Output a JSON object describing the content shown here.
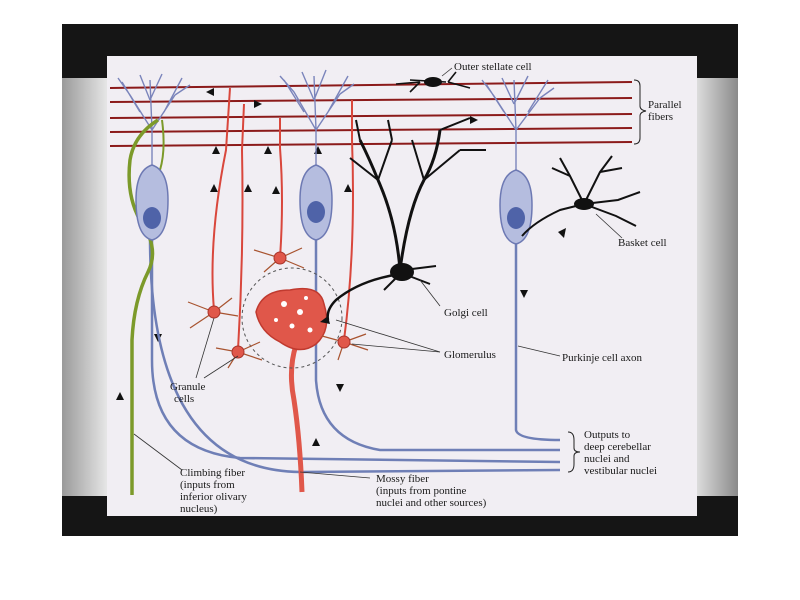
{
  "diagram": {
    "labels": {
      "outer_stellate": "Outer stellate cell",
      "parallel_fibers": [
        "Parallel",
        "fibers"
      ],
      "basket_cell": "Basket cell",
      "golgi_cell": "Golgi cell",
      "glomerulus": "Glomerulus",
      "purkinje_axon": "Purkinje cell axon",
      "granule_cells": [
        "Granule",
        "cells"
      ],
      "outputs": [
        "Outputs to",
        "deep cerebellar",
        "nuclei and",
        "vestibular nuclei"
      ],
      "climbing_fiber": [
        "Climbing fiber",
        "(inputs from",
        "inferior olivary",
        "nucleus)"
      ],
      "mossy_fiber": [
        "Mossy fiber",
        "(inputs from pontine",
        "nuclei and other sources)"
      ]
    },
    "colors": {
      "purkinje": "#b5bddf",
      "purkinje_stroke": "#6d79b3",
      "granule": "#e2574a",
      "parallel": "#8b1a1a",
      "black_cells": "#111111",
      "climbing": "#7c9a2a",
      "axon": "#6f7fb6"
    }
  }
}
